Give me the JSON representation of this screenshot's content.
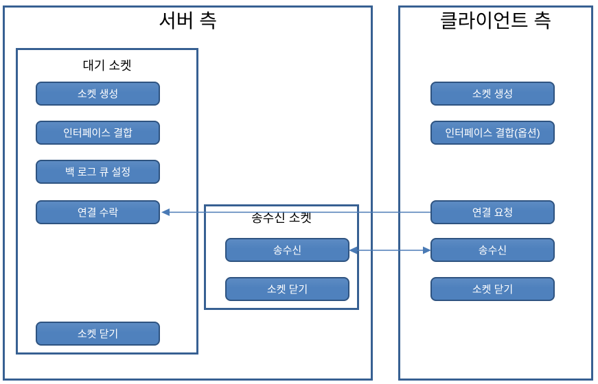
{
  "colors": {
    "background": "#ffffff",
    "panel_border": "#376092",
    "node_fill": "#4f81bd",
    "node_border": "#2e5380",
    "node_text": "#ffffff",
    "arrow": "#4a7ab5",
    "title_text": "#000000"
  },
  "server": {
    "title": "서버 측",
    "listen_box": {
      "title": "대기 소켓",
      "steps": [
        "소켓 생성",
        "인터페이스 결합",
        "백 로그 큐 설정",
        "연결 수락",
        "소켓 닫기"
      ]
    }
  },
  "transfer_box": {
    "title": "송수신 소켓",
    "steps": [
      "송수신",
      "소켓 닫기"
    ]
  },
  "client": {
    "title": "클라이언트 측",
    "steps": [
      "소켓 생성",
      "인터페이스 결합(옵션)",
      "연결 요청",
      "송수신",
      "소켓 닫기"
    ]
  },
  "arrows": [
    {
      "from": "연결 요청",
      "to": "연결 수락",
      "heads": "left"
    },
    {
      "from": "송수신",
      "to": "송수신",
      "heads": "both"
    }
  ]
}
